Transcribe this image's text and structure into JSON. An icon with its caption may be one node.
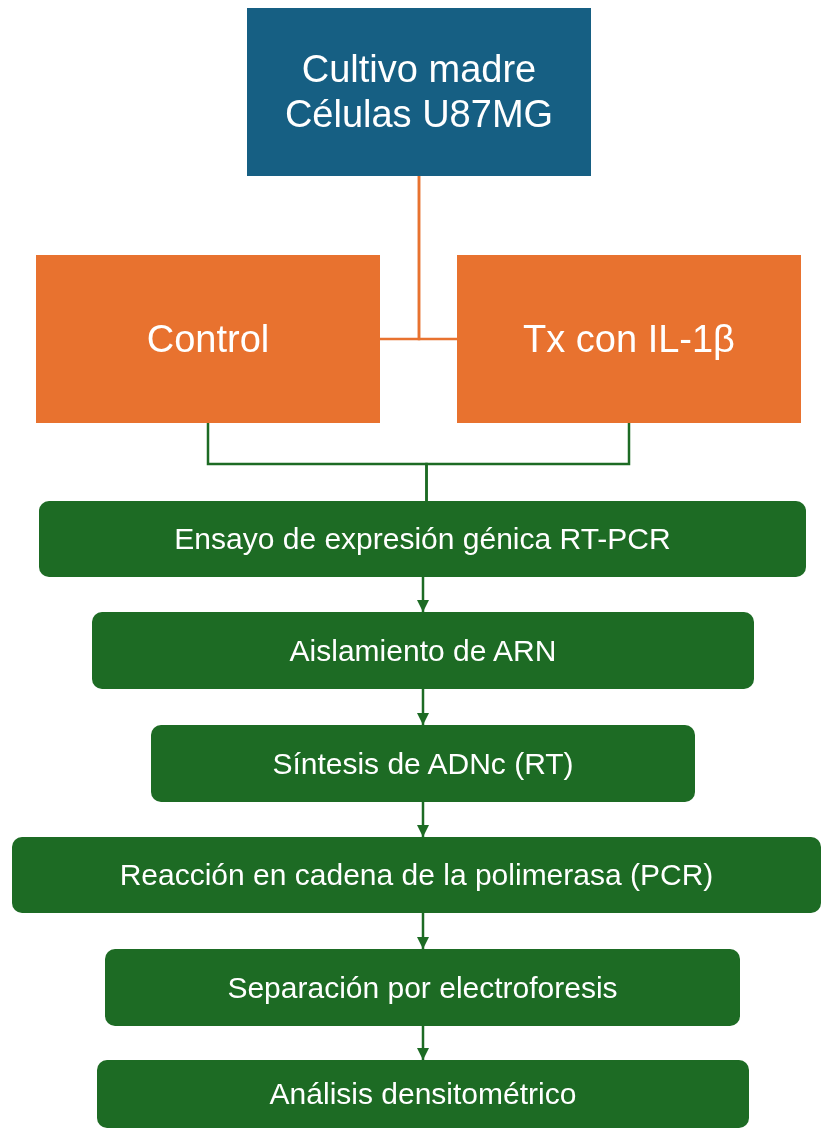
{
  "diagram": {
    "nodes": [
      {
        "text": [
          "Cultivo madre Células U87MG"
        ]
      },
      {
        "text": [
          "Control"
        ]
      },
      {
        "text": [
          "Tx con IL-1β"
        ]
      },
      {
        "text": [
          "Ensayo de expresión génica RT-PCR"
        ]
      },
      {
        "text": [
          "Aislamiento de ARN"
        ]
      },
      {
        "text": [
          "Síntesis de ADNc (RT)"
        ]
      },
      {
        "text": [
          "Reacción en cadena de la polimerasa (PCR)"
        ]
      },
      {
        "text": [
          "Separación por electroforesis"
        ]
      },
      {
        "text": [
          "Análisis densitométrico"
        ]
      }
    ],
    "edges": [
      {
        "from": 0,
        "to": 1,
        "arrow": "none",
        "color": "#e8722f"
      },
      {
        "from": 0,
        "to": 2,
        "arrow": "none",
        "color": "#e8722f"
      },
      {
        "from": 1,
        "to": 3,
        "arrow": "none"
      },
      {
        "from": 2,
        "to": 3,
        "arrow": "none"
      },
      {
        "from": 3,
        "to": 4,
        "arrow": "to"
      },
      {
        "from": 4,
        "to": 5,
        "arrow": "to"
      },
      {
        "from": 5,
        "to": 6,
        "arrow": "to"
      },
      {
        "from": 6,
        "to": 7,
        "arrow": "to"
      },
      {
        "from": 7,
        "to": 8,
        "arrow": "to"
      }
    ]
  }
}
